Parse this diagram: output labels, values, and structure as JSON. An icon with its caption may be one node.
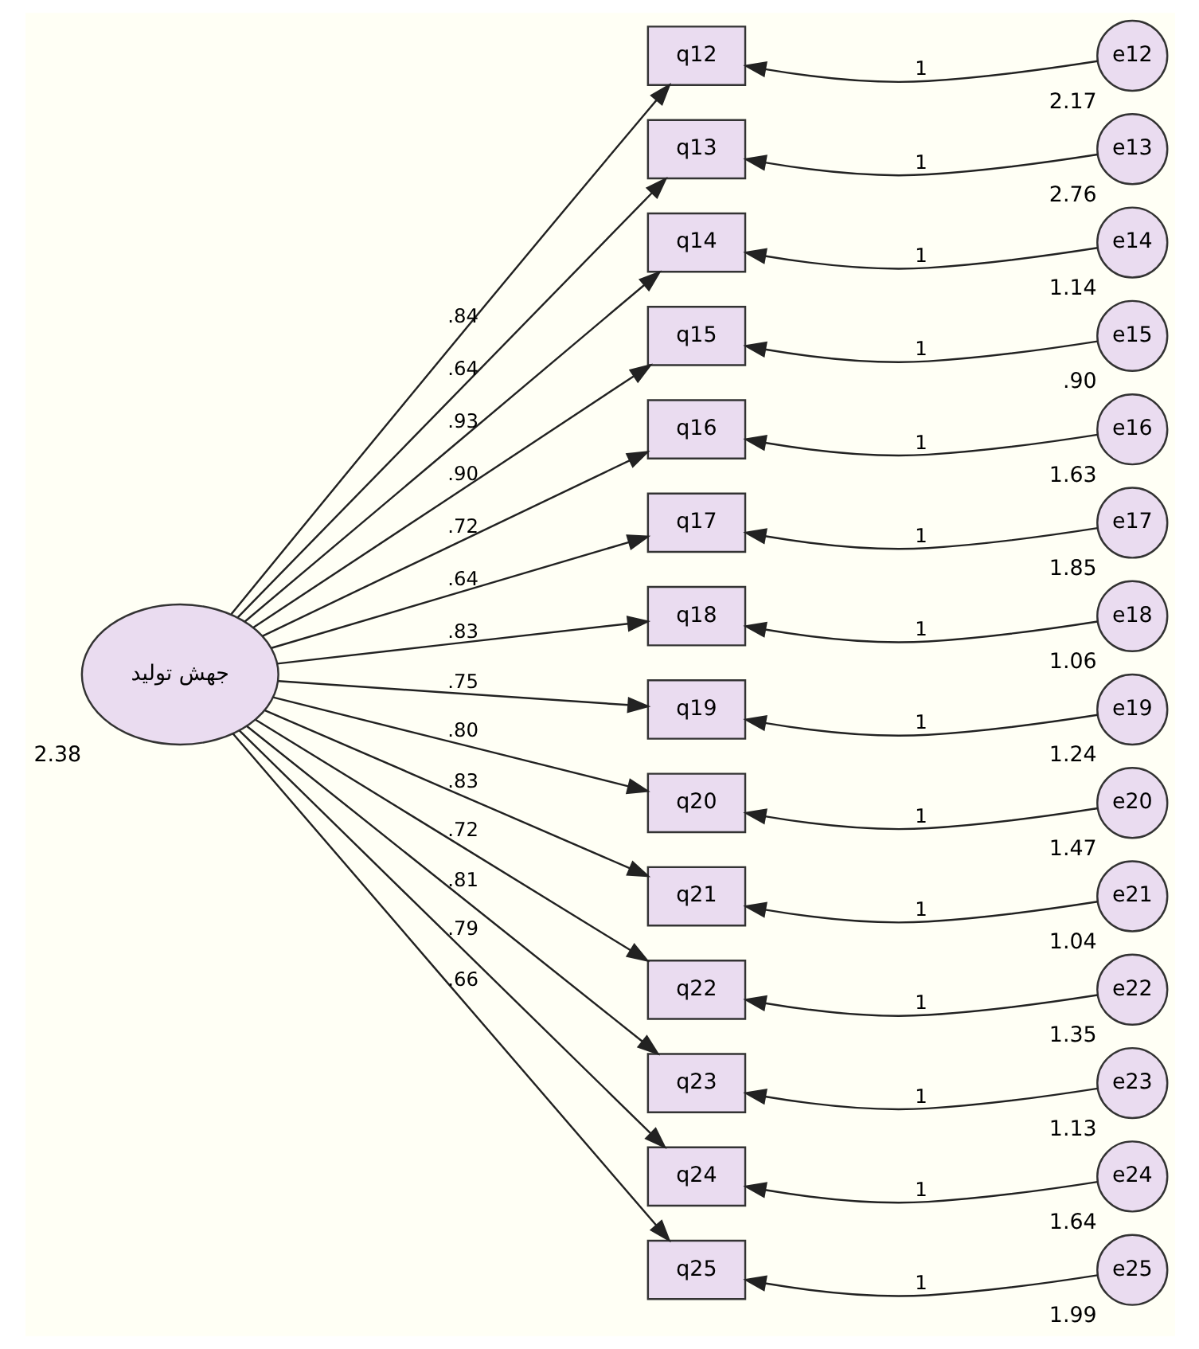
{
  "diagram": {
    "nodes": [
      {
        "text": [
          "جهش تولید"
        ],
        "beside": [
          "2.38"
        ]
      },
      {
        "text": [
          "q12"
        ]
      },
      {
        "text": [
          "q13"
        ]
      },
      {
        "text": [
          "q14"
        ]
      },
      {
        "text": [
          "q15"
        ]
      },
      {
        "text": [
          "q16"
        ]
      },
      {
        "text": [
          "q17"
        ]
      },
      {
        "text": [
          "q18"
        ]
      },
      {
        "text": [
          "q19"
        ]
      },
      {
        "text": [
          "q20"
        ]
      },
      {
        "text": [
          "q21"
        ]
      },
      {
        "text": [
          "q22"
        ]
      },
      {
        "text": [
          "q23"
        ]
      },
      {
        "text": [
          "q24"
        ]
      },
      {
        "text": [
          "q25"
        ]
      },
      {
        "text": [
          "e12"
        ],
        "beside": [
          "2.17"
        ]
      },
      {
        "text": [
          "e13"
        ],
        "beside": [
          "2.76"
        ]
      },
      {
        "text": [
          "e14"
        ],
        "beside": [
          "1.14"
        ]
      },
      {
        "text": [
          "e15"
        ],
        "beside": [
          ".90"
        ]
      },
      {
        "text": [
          "e16"
        ],
        "beside": [
          "1.63"
        ]
      },
      {
        "text": [
          "e17"
        ],
        "beside": [
          "1.85"
        ]
      },
      {
        "text": [
          "e18"
        ],
        "beside": [
          "1.06"
        ]
      },
      {
        "text": [
          "e19"
        ],
        "beside": [
          "1.24"
        ]
      },
      {
        "text": [
          "e20"
        ],
        "beside": [
          "1.47"
        ]
      },
      {
        "text": [
          "e21"
        ],
        "beside": [
          "1.04"
        ]
      },
      {
        "text": [
          "e22"
        ],
        "beside": [
          "1.35"
        ]
      },
      {
        "text": [
          "e23"
        ],
        "beside": [
          "1.13"
        ]
      },
      {
        "text": [
          "e24"
        ],
        "beside": [
          "1.64"
        ]
      },
      {
        "text": [
          "e25"
        ],
        "beside": [
          "1.99"
        ]
      }
    ],
    "edges": [
      {
        "from": 0,
        "to": 1,
        "arrow": "to",
        "label": ".84"
      },
      {
        "from": 0,
        "to": 2,
        "arrow": "to",
        "label": ".64"
      },
      {
        "from": 0,
        "to": 3,
        "arrow": "to",
        "label": ".93"
      },
      {
        "from": 0,
        "to": 4,
        "arrow": "to",
        "label": ".90"
      },
      {
        "from": 0,
        "to": 5,
        "arrow": "to",
        "label": ".72"
      },
      {
        "from": 0,
        "to": 6,
        "arrow": "to",
        "label": ".64"
      },
      {
        "from": 0,
        "to": 7,
        "arrow": "to",
        "label": ".83"
      },
      {
        "from": 0,
        "to": 8,
        "arrow": "to",
        "label": ".75"
      },
      {
        "from": 0,
        "to": 9,
        "arrow": "to",
        "label": ".80"
      },
      {
        "from": 0,
        "to": 10,
        "arrow": "to",
        "label": ".83"
      },
      {
        "from": 0,
        "to": 11,
        "arrow": "to",
        "label": ".72"
      },
      {
        "from": 0,
        "to": 12,
        "arrow": "to",
        "label": ".81"
      },
      {
        "from": 0,
        "to": 13,
        "arrow": "to",
        "label": ".79"
      },
      {
        "from": 0,
        "to": 14,
        "arrow": "to",
        "label": ".66"
      },
      {
        "from": 15,
        "to": 1,
        "arrow": "to",
        "label": "1"
      },
      {
        "from": 16,
        "to": 2,
        "arrow": "to",
        "label": "1"
      },
      {
        "from": 17,
        "to": 3,
        "arrow": "to",
        "label": "1"
      },
      {
        "from": 18,
        "to": 4,
        "arrow": "to",
        "label": "1"
      },
      {
        "from": 19,
        "to": 5,
        "arrow": "to",
        "label": "1"
      },
      {
        "from": 20,
        "to": 6,
        "arrow": "to",
        "label": "1"
      },
      {
        "from": 21,
        "to": 7,
        "arrow": "to",
        "label": "1"
      },
      {
        "from": 22,
        "to": 8,
        "arrow": "to",
        "label": "1"
      },
      {
        "from": 23,
        "to": 9,
        "arrow": "to",
        "label": "1"
      },
      {
        "from": 24,
        "to": 10,
        "arrow": "to",
        "label": "1"
      },
      {
        "from": 25,
        "to": 11,
        "arrow": "to",
        "label": "1"
      },
      {
        "from": 26,
        "to": 12,
        "arrow": "to",
        "label": "1"
      },
      {
        "from": 27,
        "to": 13,
        "arrow": "to",
        "label": "1"
      },
      {
        "from": 28,
        "to": 14,
        "arrow": "to",
        "label": "1"
      }
    ]
  }
}
